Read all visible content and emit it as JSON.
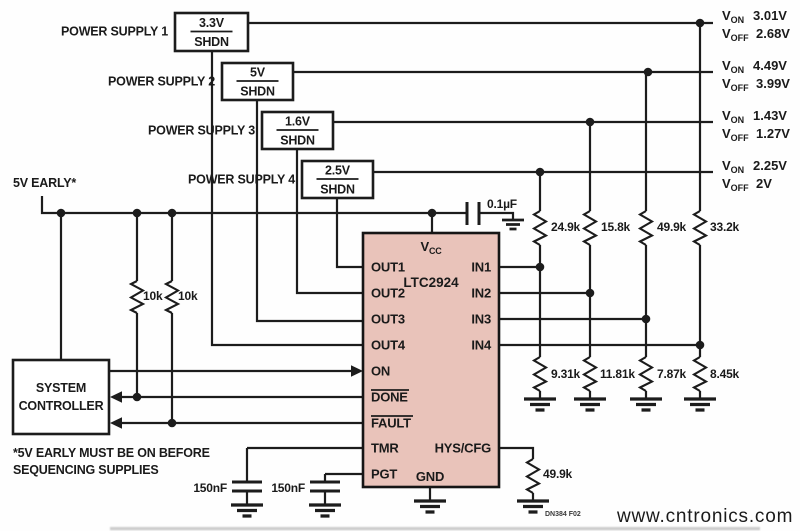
{
  "colors": {
    "wire": "#1c1c1c",
    "text": "#1a1a1a",
    "ic_fill": "#e9c3ba",
    "watermark": "#c0dd9c"
  },
  "supplies": [
    {
      "name": "POWER SUPPLY 1",
      "voltage": "3.3V",
      "shdn": "SHDN",
      "von": "3.01V",
      "voff": "2.68V"
    },
    {
      "name": "POWER SUPPLY 2",
      "voltage": "5V",
      "shdn": "SHDN",
      "von": "4.49V",
      "voff": "3.99V"
    },
    {
      "name": "POWER SUPPLY 3",
      "voltage": "1.6V",
      "shdn": "SHDN",
      "von": "1.43V",
      "voff": "1.27V"
    },
    {
      "name": "POWER SUPPLY 4",
      "voltage": "2.5V",
      "shdn": "SHDN",
      "von": "2.25V",
      "voff": "2V"
    }
  ],
  "vlabels": {
    "v": "V",
    "on": "ON",
    "off": "OFF"
  },
  "early": {
    "label": "5V EARLY*"
  },
  "note": {
    "line1": "*5V EARLY MUST BE ON BEFORE",
    "line2": "SEQUENCING SUPPLIES"
  },
  "controller": {
    "line1": "SYSTEM",
    "line2": "CONTROLLER"
  },
  "ic": {
    "name": "LTC2924",
    "vcc": {
      "v": "V",
      "sub": "CC"
    },
    "pins_left": [
      "OUT1",
      "OUT2",
      "OUT3",
      "OUT4",
      "ON",
      "DONE",
      "FAULT",
      "TMR",
      "PGT"
    ],
    "pins_right": [
      "IN1",
      "IN2",
      "IN3",
      "IN4",
      "HYS/CFG"
    ],
    "pin_bottom": "GND"
  },
  "capacitors": {
    "vcc": "0.1µF",
    "tmr": "150nF",
    "pgt": "150nF"
  },
  "resistors": {
    "pullups": [
      "10k",
      "10k"
    ],
    "top": [
      "24.9k",
      "15.8k",
      "49.9k",
      "33.2k"
    ],
    "bottom": [
      "9.31k",
      "11.81k",
      "7.87k",
      "8.45k"
    ],
    "hys": "49.9k"
  },
  "figure_code": "DN384 F02",
  "watermark": "www.cntronics.com"
}
